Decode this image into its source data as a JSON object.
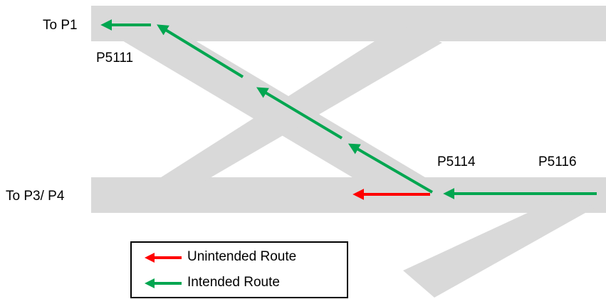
{
  "labels": {
    "to_p1": "To P1",
    "p5111": "P5111",
    "p5114": "P5114",
    "p5116": "P5116",
    "to_p3_p4": "To P3/ P4"
  },
  "legend": {
    "unintended": "Unintended Route",
    "intended": "Intended Route"
  },
  "colors": {
    "track": "#d9d9d9",
    "intended": "#00a650",
    "unintended": "#ff0000"
  }
}
